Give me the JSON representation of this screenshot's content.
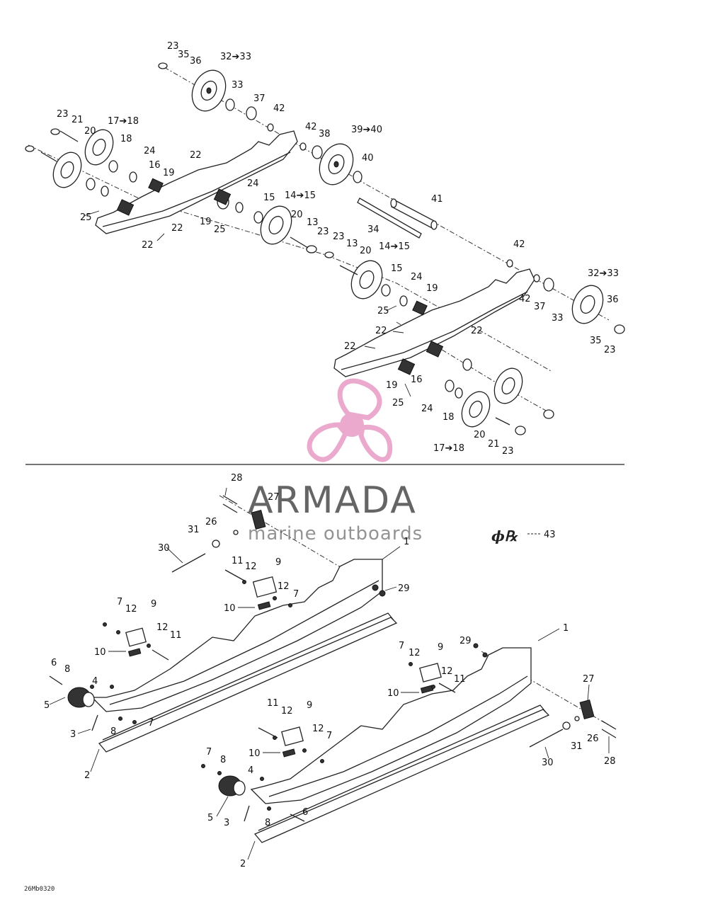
{
  "diagram": {
    "drawing_code": "26Mb0320",
    "watermark": {
      "brand": "ARMADA",
      "tagline": "marine outboards",
      "color": "#e8a0c8",
      "hub_color": "#e8a0c8"
    },
    "upper_callouts": [
      "23",
      "35",
      "36",
      "32➔33",
      "33",
      "37",
      "42",
      "42",
      "38",
      "39➔40",
      "40",
      "41",
      "34",
      "23",
      "21",
      "17➔18",
      "20",
      "18",
      "24",
      "16",
      "19",
      "22",
      "25",
      "22",
      "22",
      "19",
      "25",
      "24",
      "15",
      "14➔15",
      "20",
      "13",
      "23",
      "23",
      "13",
      "20",
      "14➔15",
      "15",
      "24",
      "19",
      "25",
      "22",
      "22",
      "22",
      "42",
      "42",
      "37",
      "33",
      "32➔33",
      "36",
      "35",
      "23",
      "19",
      "16",
      "25",
      "24",
      "18",
      "20",
      "21",
      "17➔18",
      "23"
    ],
    "lower_callouts": [
      "28",
      "27",
      "26",
      "31",
      "30",
      "11",
      "12",
      "9",
      "12",
      "7",
      "10",
      "29",
      "1",
      "7",
      "12",
      "9",
      "12",
      "11",
      "10",
      "6",
      "8",
      "4",
      "5",
      "3",
      "8",
      "7",
      "2",
      "1",
      "29",
      "7",
      "12",
      "9",
      "12",
      "11",
      "10",
      "27",
      "26",
      "28",
      "31",
      "30",
      "11",
      "12",
      "9",
      "12",
      "7",
      "10",
      "7",
      "8",
      "4",
      "5",
      "3",
      "8",
      "6",
      "2",
      "43"
    ]
  }
}
